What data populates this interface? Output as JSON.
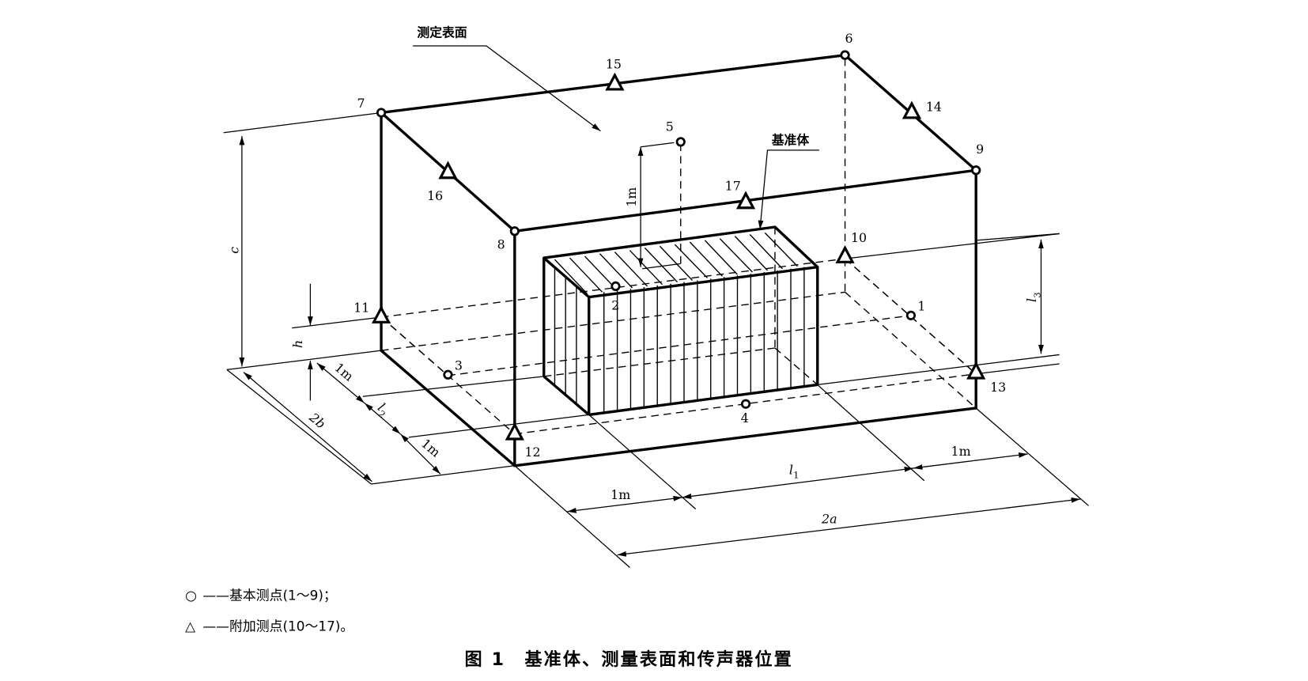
{
  "labels": {
    "measurement_surface": "测定表面",
    "reference_box": "基准体"
  },
  "points": {
    "basic": [
      {
        "id": "1"
      },
      {
        "id": "2"
      },
      {
        "id": "3"
      },
      {
        "id": "4"
      },
      {
        "id": "5"
      },
      {
        "id": "6"
      },
      {
        "id": "7"
      },
      {
        "id": "8"
      },
      {
        "id": "9"
      }
    ],
    "additional": [
      {
        "id": "10"
      },
      {
        "id": "11"
      },
      {
        "id": "12"
      },
      {
        "id": "13"
      },
      {
        "id": "14"
      },
      {
        "id": "15"
      },
      {
        "id": "16"
      },
      {
        "id": "17"
      }
    ]
  },
  "dimensions": {
    "c": "c",
    "h": "h",
    "two_b": "2b",
    "l2_prefix": "l",
    "l2_sub": "2",
    "l1_prefix": "l",
    "l1_sub": "1",
    "l3_prefix": "l",
    "l3_sub": "3",
    "two_a": "2a",
    "one_m": "1m"
  },
  "legend": {
    "circle_symbol": "○",
    "circle_text": "——基本测点(1～9)；",
    "triangle_symbol": "△",
    "triangle_text": "——附加测点(10～17)。"
  },
  "caption": "图 1　基准体、测量表面和传声器位置"
}
